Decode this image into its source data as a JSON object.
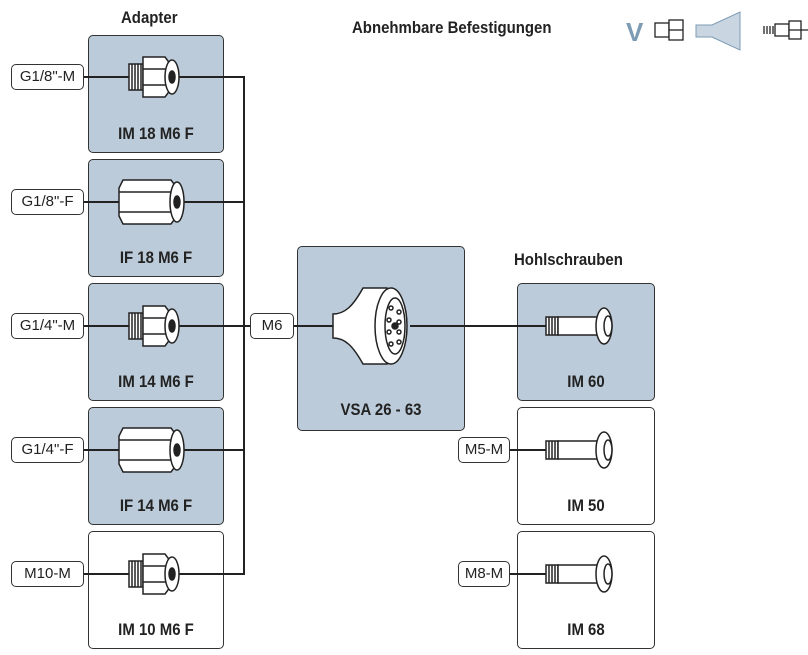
{
  "headings": {
    "adapter": "Adapter",
    "fastenings": "Abnehmbare Befestigungen",
    "hollow_screws": "Hohlschrauben"
  },
  "adapters": [
    {
      "thread": "G1/8\"-M",
      "name": "IM 18 M6 F",
      "shape": "male",
      "highlighted": true
    },
    {
      "thread": "G1/8\"-F",
      "name": "IF 18 M6 F",
      "shape": "female",
      "highlighted": true
    },
    {
      "thread": "G1/4\"-M",
      "name": "IM 14 M6 F",
      "shape": "male",
      "highlighted": true
    },
    {
      "thread": "G1/4\"-F",
      "name": "IF 14 M6 F",
      "shape": "female",
      "highlighted": true
    },
    {
      "thread": "M10-M",
      "name": "IM 10 M6 F",
      "shape": "male",
      "highlighted": false
    }
  ],
  "center": {
    "connector": "M6",
    "name": "VSA 26 - 63"
  },
  "screws": [
    {
      "thread": "",
      "name": "IM 60",
      "highlighted": true
    },
    {
      "thread": "M5-M",
      "name": "IM 50",
      "highlighted": false
    },
    {
      "thread": "M8-M",
      "name": "IM 68",
      "highlighted": false
    }
  ],
  "legend": {
    "letter": "V",
    "icons": [
      "adapter-symbol-icon",
      "suction-cup-symbol-icon",
      "screw-symbol-icon"
    ]
  },
  "colors": {
    "highlight": "#bccbd9",
    "legend_accent": "#7d9bb4",
    "line": "#222222"
  }
}
